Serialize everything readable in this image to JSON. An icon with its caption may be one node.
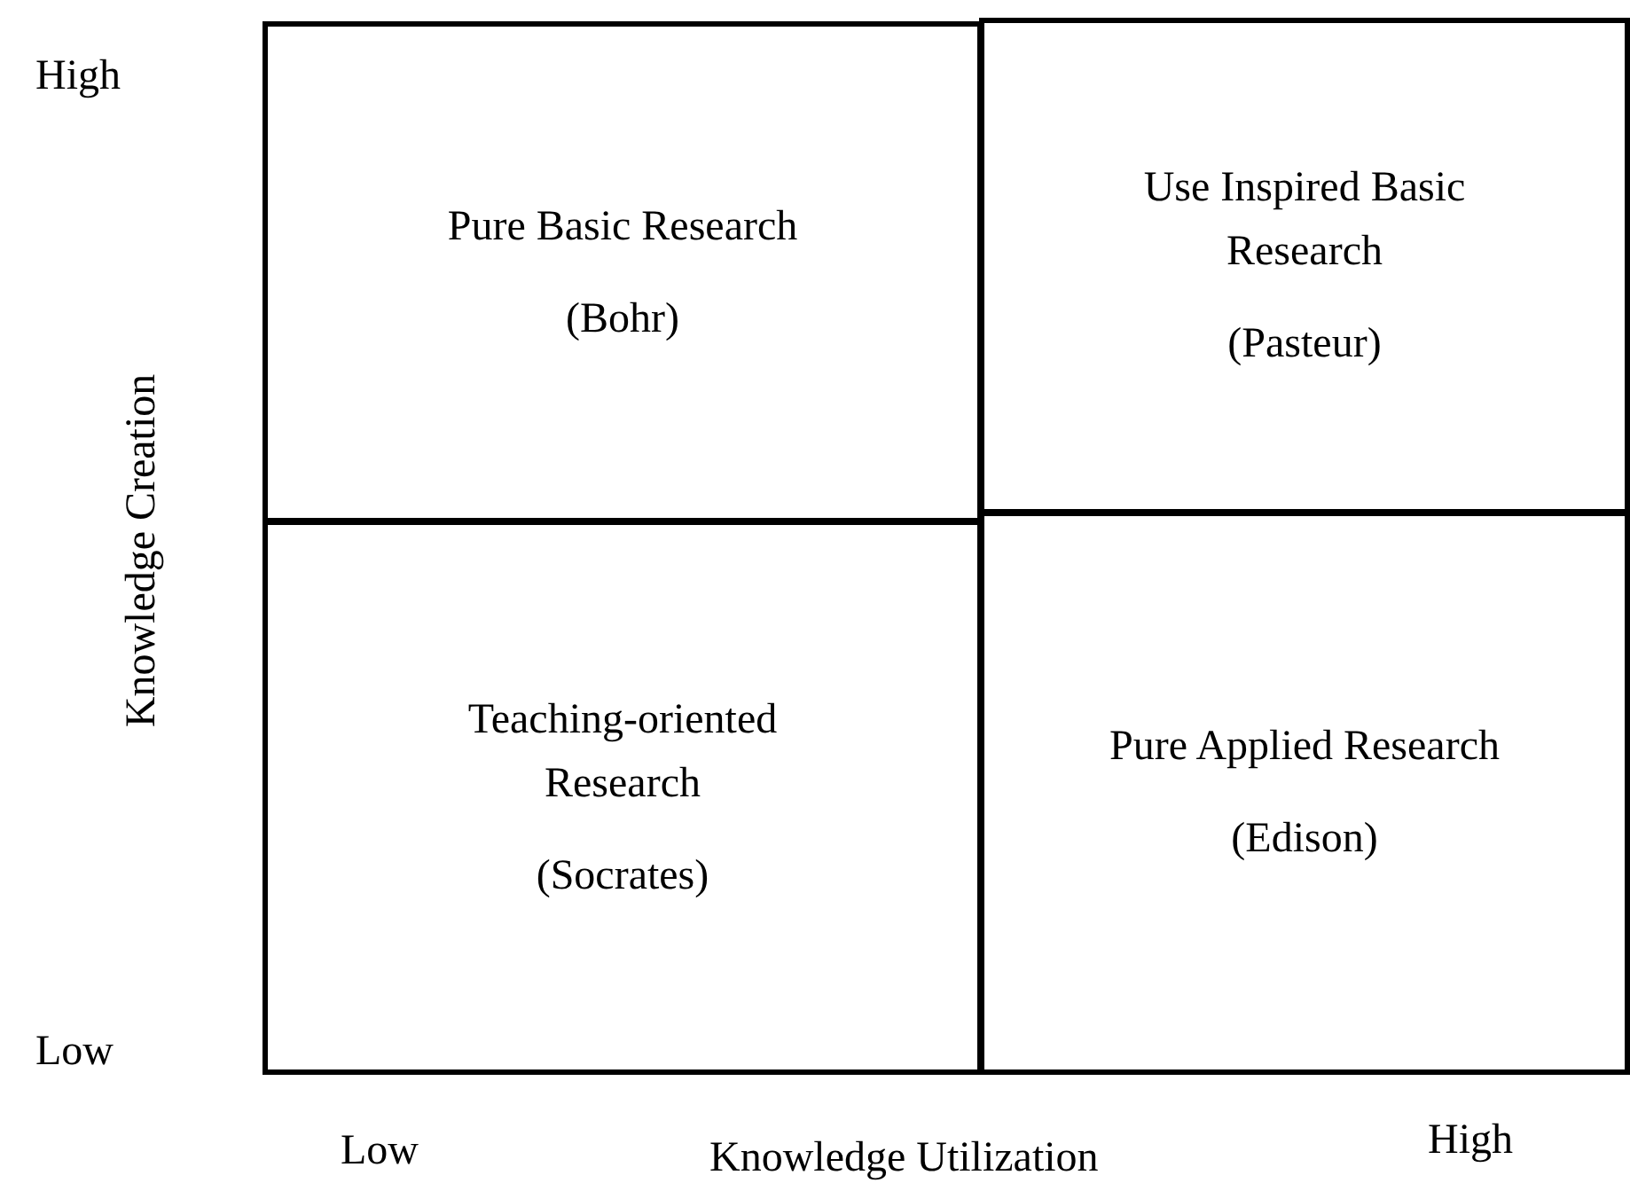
{
  "diagram": {
    "nodes": [
      {
        "text": [
          "Pure Basic Research",
          "(Bohr)"
        ]
      },
      {
        "text": [
          "Use Inspired Basic Research",
          "(Pasteur)"
        ]
      },
      {
        "text": [
          "Teaching-oriented Research",
          "(Socrates)"
        ]
      },
      {
        "text": [
          "Pure Applied Research",
          "(Edison)"
        ]
      }
    ],
    "edges": [],
    "labels": [
      "High",
      "Knowledge Creation",
      "Low",
      "Low",
      "High",
      "Knowledge Utilization"
    ]
  }
}
